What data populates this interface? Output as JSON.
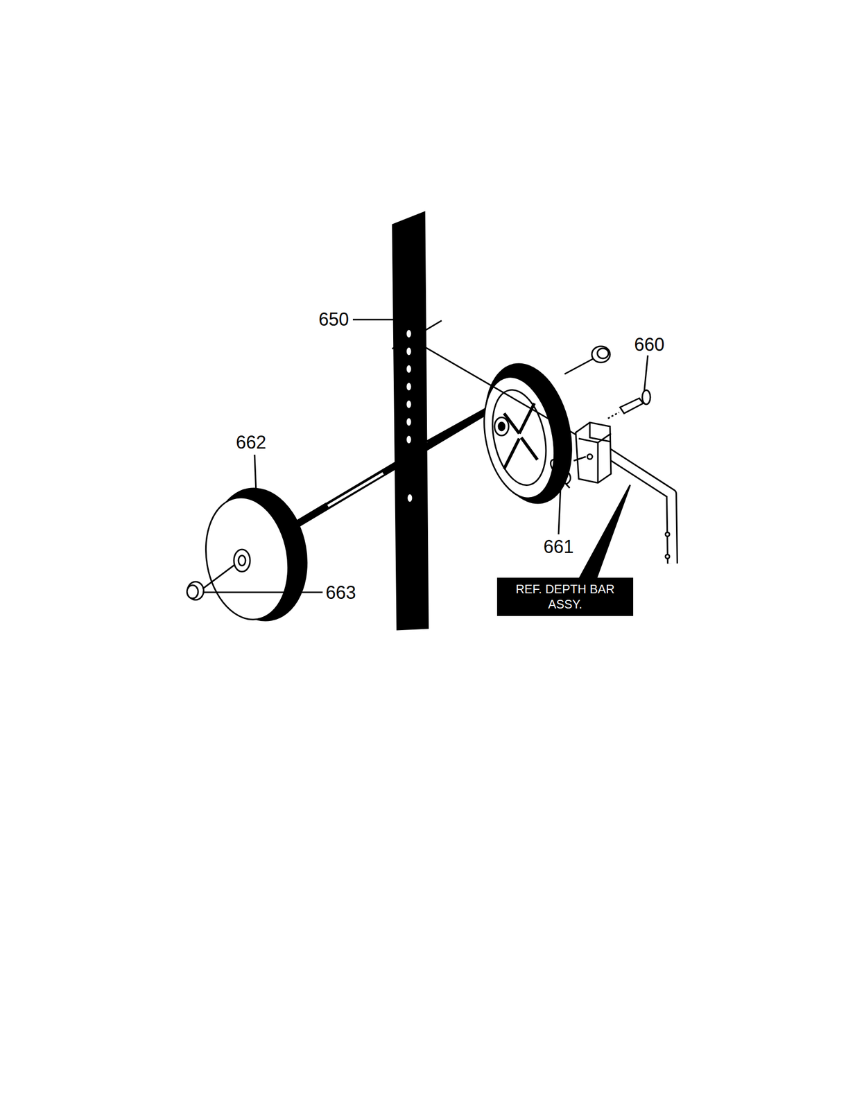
{
  "diagram": {
    "nodes": [
      {
        "text": [
          "REF. DEPTH BAR ASSY."
        ]
      }
    ],
    "labels": [
      "650",
      "660",
      "662",
      "661",
      "663"
    ]
  }
}
